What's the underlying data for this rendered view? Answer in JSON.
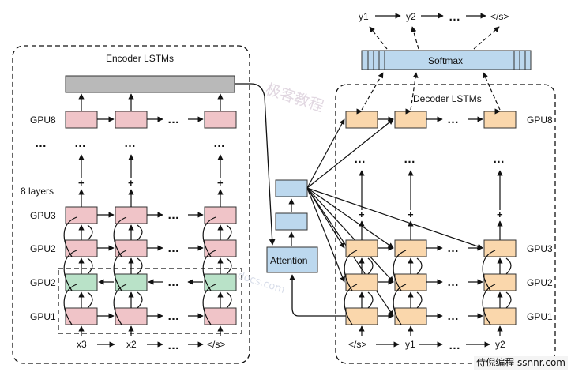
{
  "titles": {
    "encoder": "Encoder LSTMs",
    "decoder": "Decoder LSTMs",
    "softmax": "Softmax",
    "attention": "Attention"
  },
  "encoder_gpu_labels": [
    "GPU8",
    "…",
    "8 layers",
    "GPU3",
    "GPU2",
    "GPU1"
  ],
  "decoder_gpu_labels": [
    "GPU8",
    "GPU3",
    "GPU2",
    "GPU1"
  ],
  "encoder_inputs": [
    "x3",
    "x2",
    "</s>"
  ],
  "decoder_inputs": [
    "</s>",
    "y1",
    "y2"
  ],
  "decoder_outputs": [
    "y1",
    "y2",
    "</s>"
  ],
  "ellipsis": "…",
  "plus": "+",
  "watermarks": [
    "极客教程",
    "docs.com"
  ],
  "footer": "侍倪编程 ssnnr.com",
  "colors": {
    "pink": "#f0c4c8",
    "green": "#b9e2c8",
    "orange": "#fad7ac",
    "blue": "#bcd8ee",
    "gray": "#b9b9b9"
  }
}
